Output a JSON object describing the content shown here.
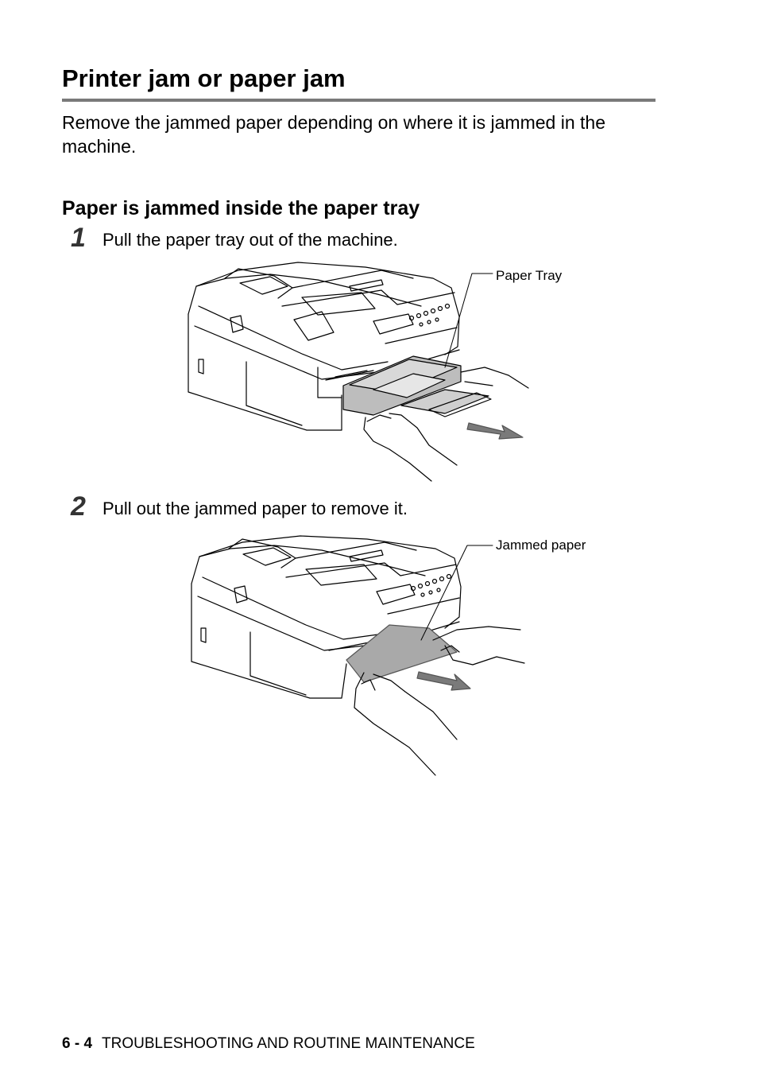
{
  "page": {
    "title": "Printer jam or paper jam",
    "intro": "Remove the jammed paper depending on where it is jammed in the machine.",
    "section_heading": "Paper is jammed inside the paper tray",
    "steps": [
      {
        "number": "1",
        "text": "Pull the paper tray out of the machine.",
        "callout": "Paper Tray"
      },
      {
        "number": "2",
        "text": "Pull out the jammed paper to remove it.",
        "callout": "Jammed paper"
      }
    ],
    "footer": {
      "page_number": "6 - 4",
      "chapter": "TROUBLESHOOTING AND ROUTINE MAINTENANCE"
    }
  }
}
